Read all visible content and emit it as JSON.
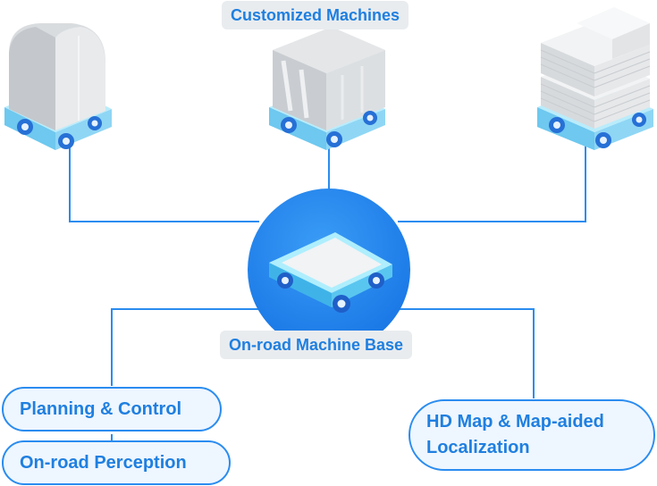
{
  "top_label": "Customized Machines",
  "center_label": "On-road Machine Base",
  "modules": {
    "planning_control": "Planning & Control",
    "onroad_perception": "On-road Perception",
    "hd_map_line1": "HD Map & Map-aided",
    "hd_map_line2": "Localization"
  },
  "colors": {
    "accent": "#1f7fe0",
    "line": "#2a8cf0",
    "circle": "#1e86ee",
    "label_bg": "#e9ecef",
    "pill_bg": "#eef6ff"
  },
  "icons": {
    "vehicle_left": "dome-cargo-vehicle-icon",
    "vehicle_middle": "box-cargo-vehicle-icon",
    "vehicle_right": "stacked-parcel-vehicle-icon",
    "vehicle_center": "machine-base-platform-icon"
  }
}
